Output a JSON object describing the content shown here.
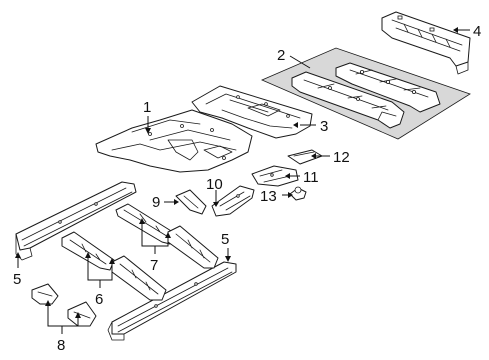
{
  "diagram": {
    "callouts": [
      {
        "id": "c1",
        "label": "1"
      },
      {
        "id": "c2",
        "label": "2"
      },
      {
        "id": "c3",
        "label": "3"
      },
      {
        "id": "c4",
        "label": "4"
      },
      {
        "id": "c5a",
        "label": "5"
      },
      {
        "id": "c5b",
        "label": "5"
      },
      {
        "id": "c6",
        "label": "6"
      },
      {
        "id": "c7",
        "label": "7"
      },
      {
        "id": "c8",
        "label": "8"
      },
      {
        "id": "c9",
        "label": "9"
      },
      {
        "id": "c10",
        "label": "10"
      },
      {
        "id": "c11",
        "label": "11"
      },
      {
        "id": "c12",
        "label": "12"
      },
      {
        "id": "c13",
        "label": "13"
      }
    ]
  }
}
